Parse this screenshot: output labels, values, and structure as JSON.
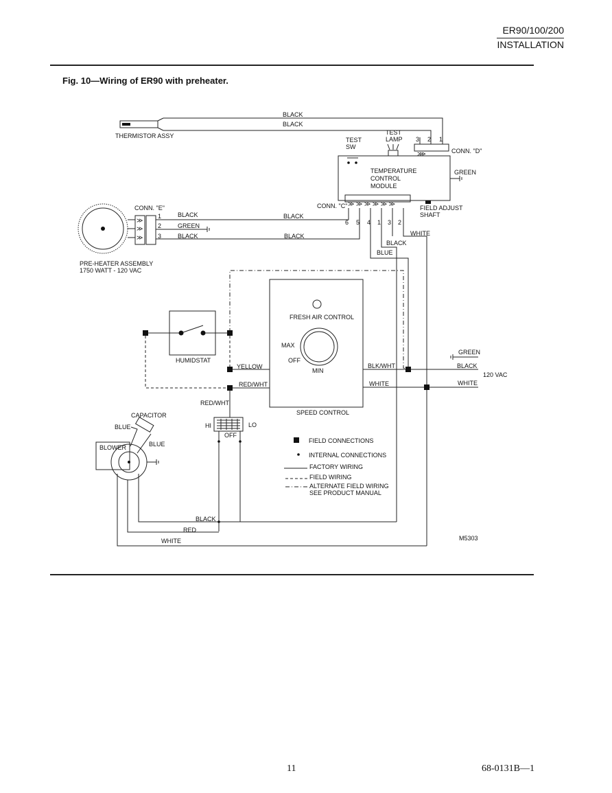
{
  "header": {
    "model": "ER90/100/200",
    "section": "INSTALLATION"
  },
  "figure": {
    "title": "Fig. 10—Wiring of ER90 with preheater.",
    "code": "M5303"
  },
  "footer": {
    "page": "11",
    "doc": "68-0131B—1"
  },
  "labels": {
    "thermistor": "THERMISTOR ASSY",
    "black": "BLACK",
    "green": "GREEN",
    "white": "WHITE",
    "blue": "BLUE",
    "yellow": "YELLOW",
    "red": "RED",
    "red_wht": "RED/WHT",
    "blk_wht": "BLK/WHT",
    "test_sw": [
      "TEST",
      "SW"
    ],
    "test_lamp": [
      "TEST",
      "LAMP"
    ],
    "conn_d": "CONN. \"D\"",
    "conn_c": "CONN. \"C\"",
    "conn_e": "CONN. \"E\"",
    "module": [
      "TEMPERATURE",
      "CONTROL",
      "MODULE"
    ],
    "field_adjust": [
      "FIELD ADJUST",
      "SHAFT"
    ],
    "preheater": [
      "PRE-HEATER ASSEMBLY",
      "1750 WATT - 120 VAC"
    ],
    "humidstat": "HUMIDSTAT",
    "fresh_air": "FRESH AIR CONTROL",
    "max": "MAX",
    "off": "OFF",
    "min": "MIN",
    "speed_control": "SPEED CONTROL",
    "vac": "120 VAC",
    "capacitor": "CAPACITOR",
    "blower": "BLOWER",
    "hi": "HI",
    "lo": "LO",
    "switch_off": "OFF"
  },
  "pins": {
    "conn_d": [
      "3",
      "2",
      "1"
    ],
    "conn_c": [
      "6",
      "5",
      "4",
      "1",
      "3",
      "2"
    ],
    "conn_e": [
      "1",
      "2",
      "3"
    ]
  },
  "legend": [
    {
      "key": "field",
      "label": "FIELD CONNECTIONS"
    },
    {
      "key": "internal",
      "label": "INTERNAL CONNECTIONS"
    },
    {
      "key": "factory",
      "label": "FACTORY WIRING"
    },
    {
      "key": "fieldwiring",
      "label": "FIELD WIRING"
    },
    {
      "key": "alternate",
      "label": "ALTERNATE FIELD WIRING"
    },
    {
      "key": "alternate2",
      "label": "SEE PRODUCT MANUAL"
    }
  ]
}
